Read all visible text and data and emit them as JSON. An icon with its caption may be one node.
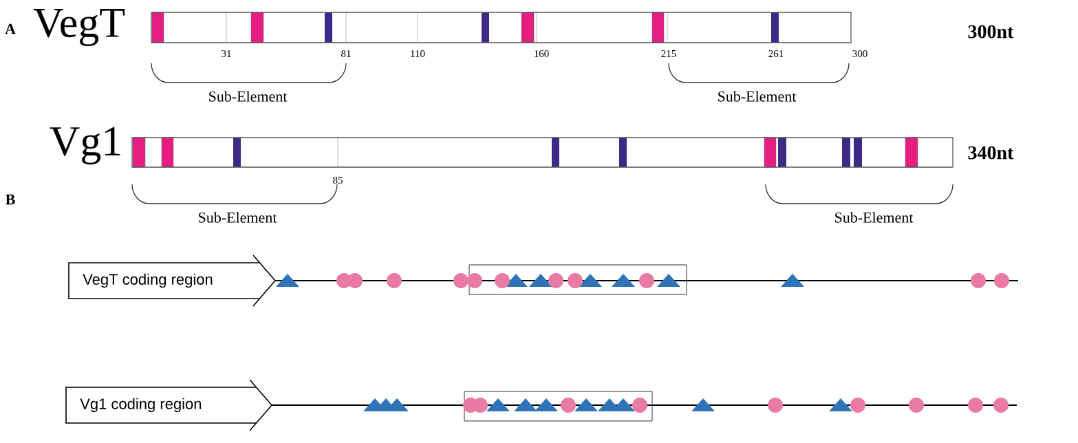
{
  "diagram": {
    "nodes": [
      {
        "text": [
          "VegT coding region"
        ]
      },
      {
        "text": [
          "Vg1 coding region"
        ]
      }
    ],
    "labels": [
      "A",
      "VegT",
      "31",
      "81",
      "110",
      "160",
      "215",
      "261",
      "300",
      "Sub-Element",
      "Sub-Element",
      "300nt",
      "Vg1",
      "85",
      "Sub-Element",
      "Sub-Element",
      "340nt",
      "B"
    ]
  }
}
